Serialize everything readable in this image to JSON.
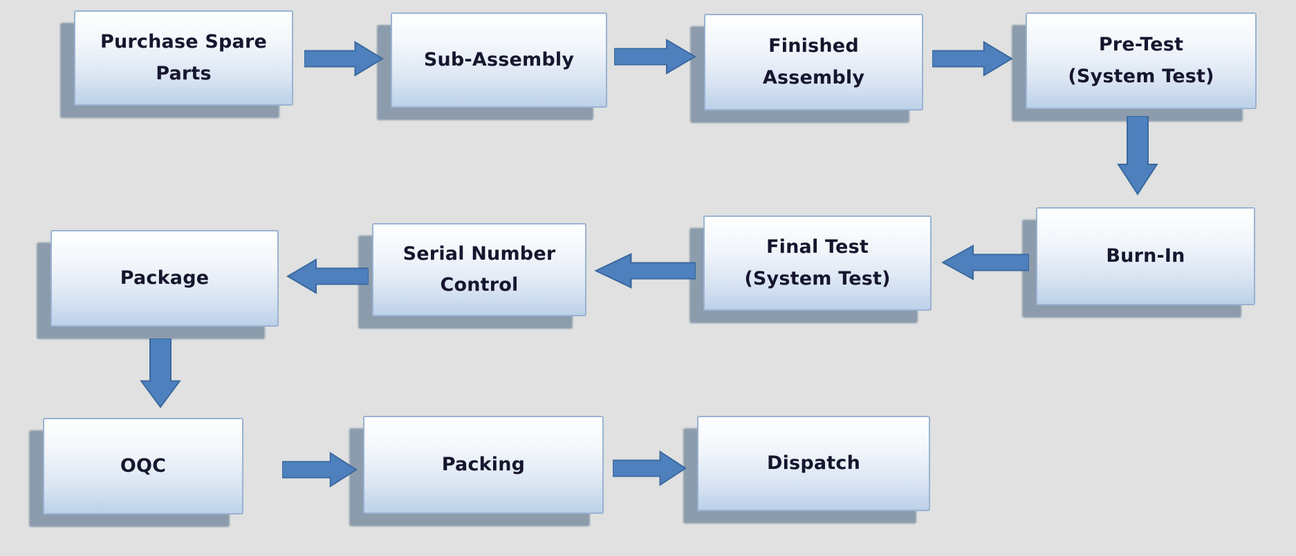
{
  "diagram": {
    "background_color": "#e0e1e0",
    "node_style": {
      "fill_top": "#feffff",
      "fill_bottom": "#bcd1e9",
      "border_color": "#9ab2d2",
      "shadow_color": "#8c9cac",
      "text_color": "#16162e"
    },
    "arrow_style": {
      "fill": "#4d80bd",
      "stroke": "#3a689f"
    },
    "nodes": [
      {
        "id": "purchase-spare-parts",
        "label": "Purchase Spare Parts",
        "lines": [
          "Purchase Spare",
          "Parts"
        ]
      },
      {
        "id": "sub-assembly",
        "label": "Sub-Assembly",
        "lines": [
          "Sub-Assembly"
        ]
      },
      {
        "id": "finished-assembly",
        "label": "Finished Assembly",
        "lines": [
          "Finished",
          "Assembly"
        ]
      },
      {
        "id": "pre-test",
        "label": "Pre-Test (System Test)",
        "lines": [
          "Pre-Test",
          "(System Test)"
        ]
      },
      {
        "id": "burn-in",
        "label": "Burn-In",
        "lines": [
          "Burn-In"
        ]
      },
      {
        "id": "final-test",
        "label": "Final Test (System Test)",
        "lines": [
          "Final Test",
          "(System Test)"
        ]
      },
      {
        "id": "serial-number-control",
        "label": "Serial Number Control",
        "lines": [
          "Serial Number",
          "Control"
        ]
      },
      {
        "id": "package",
        "label": "Package",
        "lines": [
          "Package"
        ]
      },
      {
        "id": "oqc",
        "label": "OQC",
        "lines": [
          "OQC"
        ]
      },
      {
        "id": "packing",
        "label": "Packing",
        "lines": [
          "Packing"
        ]
      },
      {
        "id": "dispatch",
        "label": "Dispatch",
        "lines": [
          "Dispatch"
        ]
      }
    ],
    "edges": [
      {
        "from": "purchase-spare-parts",
        "to": "sub-assembly",
        "direction": "right"
      },
      {
        "from": "sub-assembly",
        "to": "finished-assembly",
        "direction": "right"
      },
      {
        "from": "finished-assembly",
        "to": "pre-test",
        "direction": "right"
      },
      {
        "from": "pre-test",
        "to": "burn-in",
        "direction": "down"
      },
      {
        "from": "burn-in",
        "to": "final-test",
        "direction": "left"
      },
      {
        "from": "final-test",
        "to": "serial-number-control",
        "direction": "left"
      },
      {
        "from": "serial-number-control",
        "to": "package",
        "direction": "left"
      },
      {
        "from": "package",
        "to": "oqc",
        "direction": "down"
      },
      {
        "from": "oqc",
        "to": "packing",
        "direction": "right"
      },
      {
        "from": "packing",
        "to": "dispatch",
        "direction": "right"
      }
    ]
  }
}
